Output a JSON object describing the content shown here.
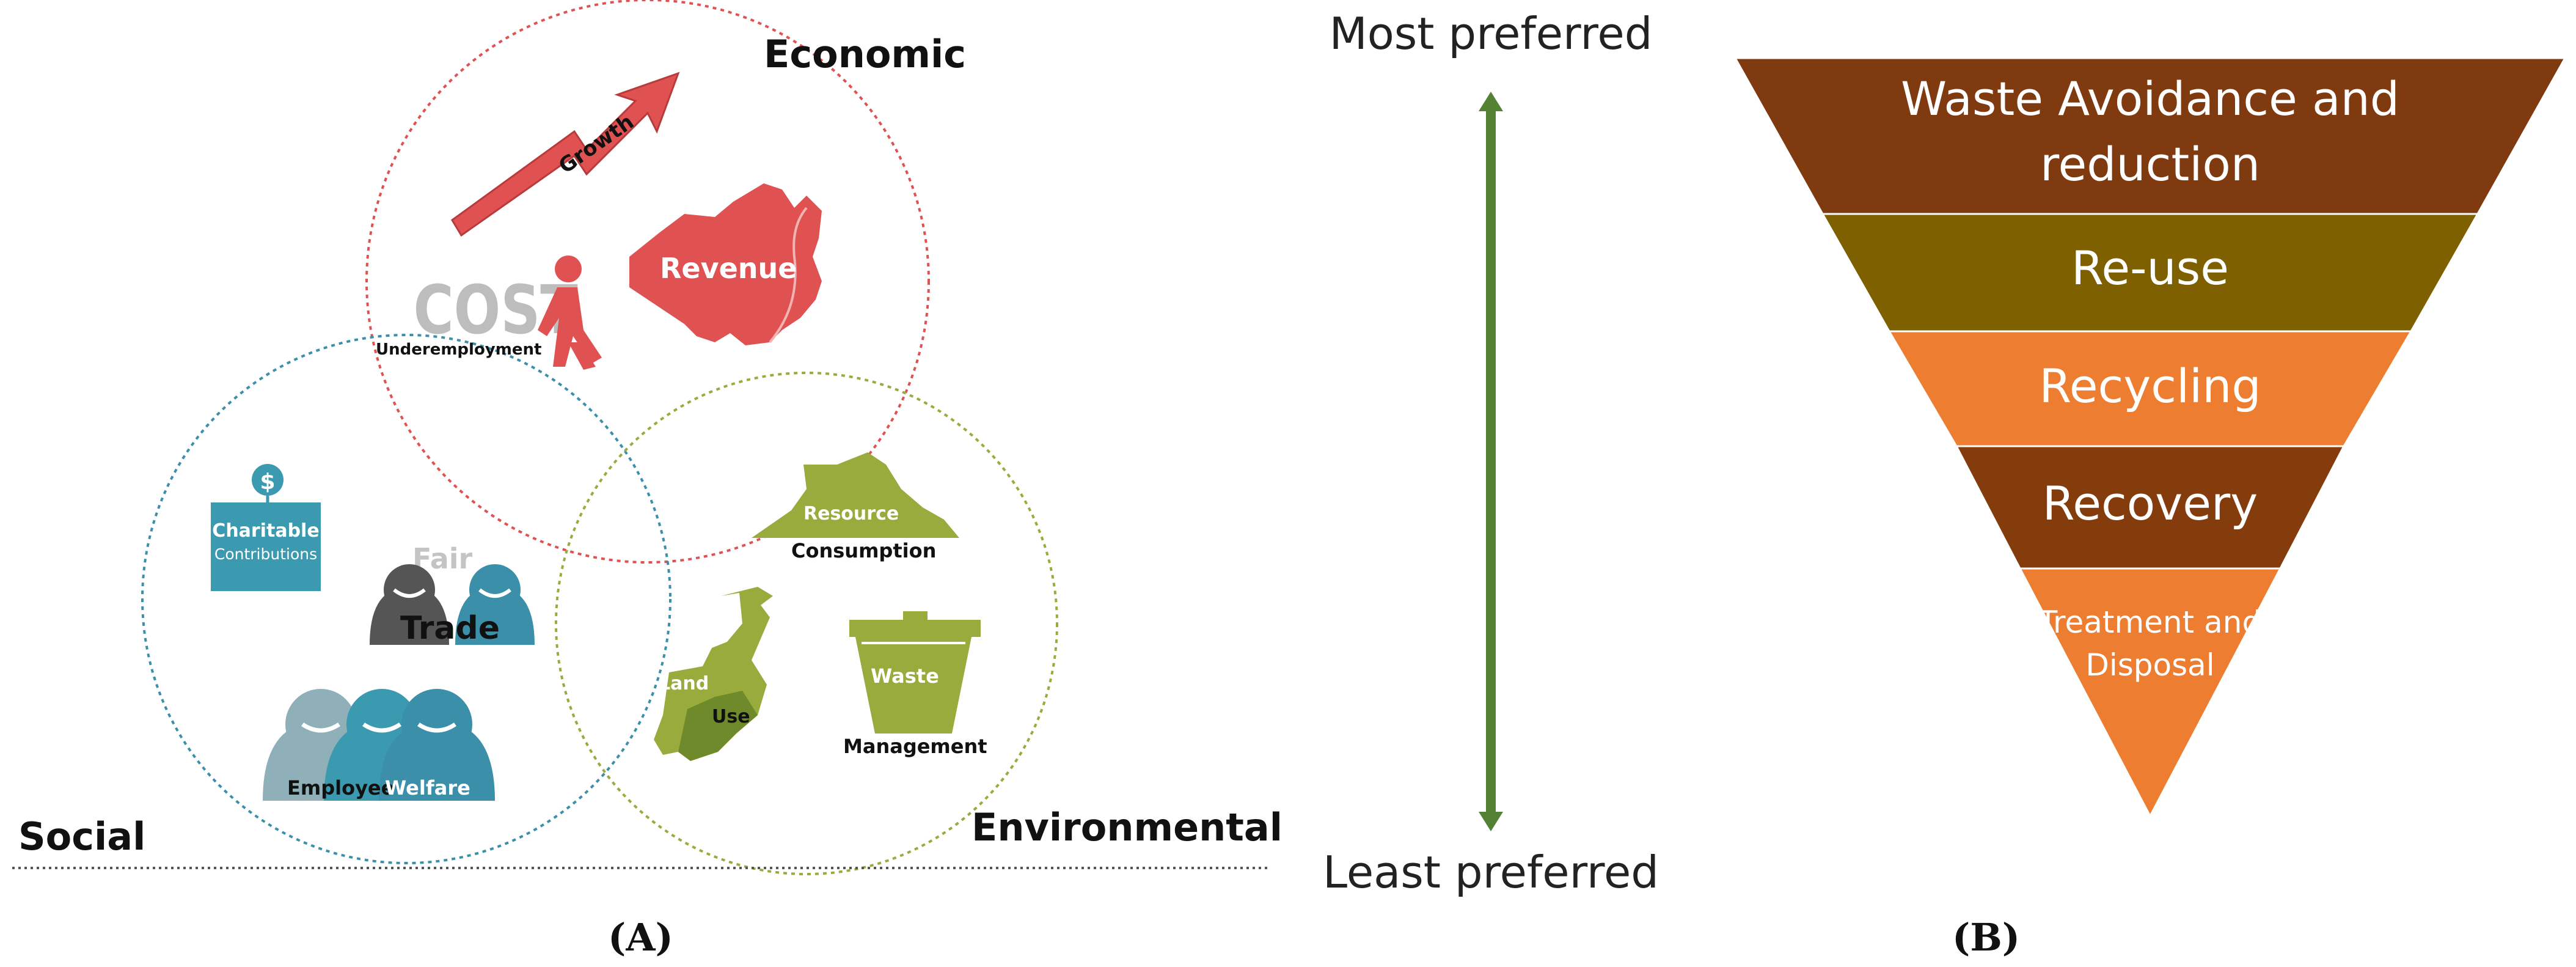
{
  "panel_a": {
    "labels": {
      "economic": "Economic",
      "social": "Social",
      "environmental": "Environmental"
    },
    "economic_icons": {
      "growth": "Growth",
      "cost": "COST",
      "underemployment": "Underemployment",
      "revenue": "Revenue"
    },
    "social_icons": {
      "charitable": "Charitable",
      "contributions": "Contributions",
      "fair": "Fair",
      "trade": "Trade",
      "employee": "Employee",
      "welfare": "Welfare"
    },
    "environmental_icons": {
      "resource": "Resource",
      "consumption": "Consumption",
      "land": "Land",
      "use": "Use",
      "waste": "Waste",
      "management": "Management"
    },
    "caption": "(A)",
    "colors": {
      "economic": "#e05252",
      "social": "#3b8fa8",
      "environmental": "#9aab3e"
    }
  },
  "panel_b": {
    "top_label": "Most preferred",
    "bottom_label": "Least preferred",
    "levels": [
      {
        "line1": "Waste Avoidance and",
        "line2": "reduction",
        "color": "#7f3a10"
      },
      {
        "line1": "Re-use",
        "line2": "",
        "color": "#7f6000"
      },
      {
        "line1": "Recycling",
        "line2": "",
        "color": "#ed7d31"
      },
      {
        "line1": "Recovery",
        "line2": "",
        "color": "#843c0c"
      },
      {
        "line1": "Treatment and",
        "line2": "Disposal",
        "color": "#ed7d31"
      }
    ],
    "caption": "(B)",
    "arrow_color": "#548235"
  }
}
